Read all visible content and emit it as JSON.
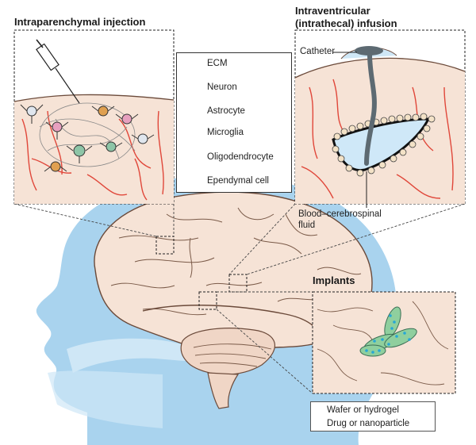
{
  "titles": {
    "left": "Intraparenchymal injection",
    "right_line1": "Intraventricular",
    "right_line2": "(intrathecal) infusion",
    "implants": "Implants"
  },
  "labels": {
    "catheter": "Catheter",
    "csf_line1": "Blood–cerebrospinal",
    "csf_line2": "fluid"
  },
  "cell_legend": [
    {
      "icon": "ecm-icon",
      "label": "ECM"
    },
    {
      "icon": "neuron-icon",
      "label": "Neuron"
    },
    {
      "icon": "astrocyte-icon",
      "label": "Astrocyte"
    },
    {
      "icon": "microglia-icon",
      "label": "Microglia"
    },
    {
      "icon": "oligodendrocyte-icon",
      "label": "Oligodendrocyte"
    },
    {
      "icon": "ependymal-cell-icon",
      "label": "Ependymal cell"
    }
  ],
  "implant_legend": [
    {
      "icon": "wafer-icon",
      "label": "Wafer or hydrogel"
    },
    {
      "icon": "drug-particle-icon",
      "label": "Drug or nanoparticle"
    }
  ],
  "colors": {
    "head_blue": "#a9d3ee",
    "head_light_blue": "#cfe7f6",
    "brain": "#f6e3d6",
    "vessel": "#e0473a",
    "csf": "#cfe8f8",
    "catheter": "#5d6a72",
    "wafer": "#8fcf9e",
    "particle": "#26a7d6",
    "astrocyte": "#e7a0bf",
    "microglia": "#8ec5a7",
    "oligodendrocyte": "#e0a050"
  }
}
